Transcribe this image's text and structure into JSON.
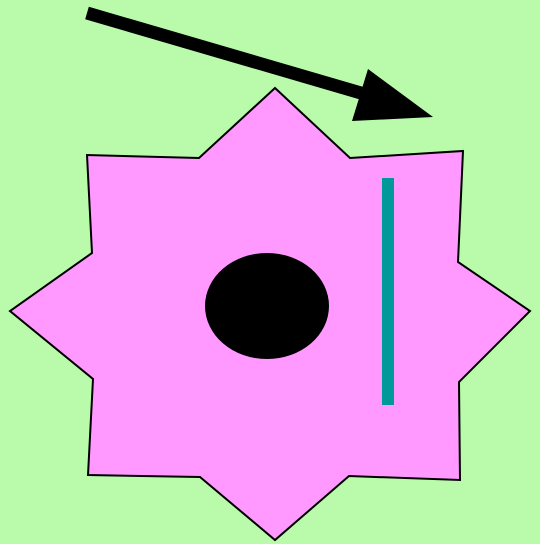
{
  "colors": {
    "background": "#b9fbaa",
    "star_fill": "#ff99ff",
    "outline": "#000000",
    "arrow": "#000000",
    "ellipse_fill": "#000000",
    "line": "#009999"
  },
  "shapes": {
    "star": {
      "points": 8,
      "icon": "eight-point-star"
    },
    "arrow": {
      "icon": "arrow-right-down"
    },
    "ellipse": {
      "icon": "filled-ellipse"
    },
    "line": {
      "icon": "vertical-line"
    }
  }
}
